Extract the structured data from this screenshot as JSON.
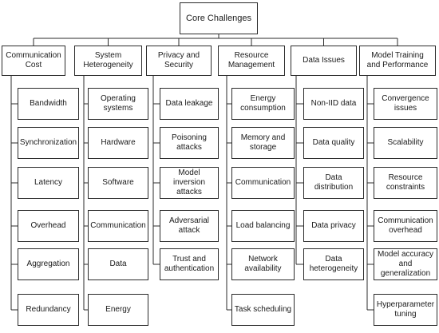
{
  "root": "Core Challenges",
  "categories": [
    {
      "label": "Communication\nCost",
      "items": [
        "Bandwidth",
        "Synchronization",
        "Latency",
        "Overhead",
        "Aggregation",
        "Redundancy"
      ]
    },
    {
      "label": "System\nHeterogeneity",
      "items": [
        "Operating\nsystems",
        "Hardware",
        "Software",
        "Communication",
        "Data",
        "Energy"
      ]
    },
    {
      "label": "Privacy and\nSecurity",
      "items": [
        "Data leakage",
        "Poisoning attacks",
        "Model inversion\nattacks",
        "Adversarial\nattack",
        "Trust and\nauthentication"
      ]
    },
    {
      "label": "Resource\nManagement",
      "items": [
        "Energy\nconsumption",
        "Memory and\nstorage",
        "Communication",
        "Load balancing",
        "Network\navailability",
        "Task scheduling"
      ]
    },
    {
      "label": "Data Issues",
      "items": [
        "Non-IID data",
        "Data quality",
        "Data distribution",
        "Data privacy",
        "Data\nheterogeneity"
      ]
    },
    {
      "label": "Model Training\nand Performance",
      "items": [
        "Convergence\nissues",
        "Scalability",
        "Resource\nconstraints",
        "Communication\noverhead",
        "Model accuracy\nand\ngeneralization",
        "Hyperparameter\ntuning"
      ]
    }
  ]
}
